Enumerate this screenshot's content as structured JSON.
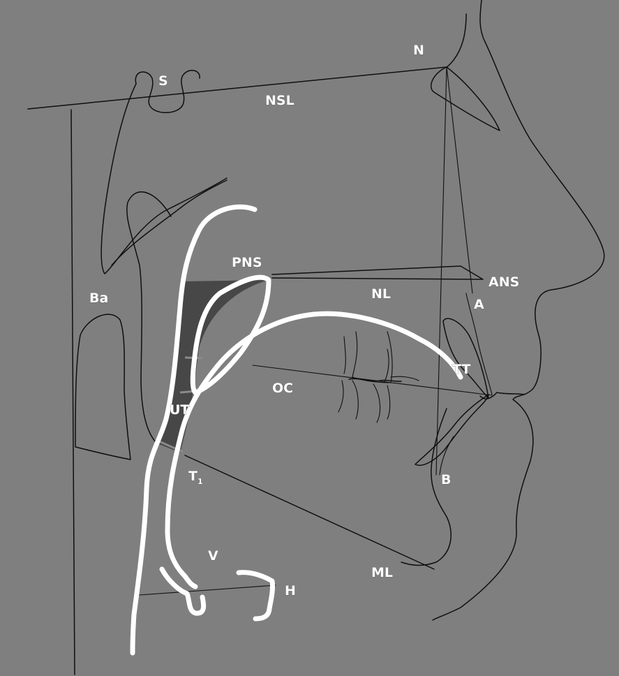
{
  "labels": {
    "N": "N",
    "S": "S",
    "NSL": "NSL",
    "PNS": "PNS",
    "ANS": "ANS",
    "Ba": "Ba",
    "NL": "NL",
    "A": "A",
    "TT": "TT",
    "OC": "OC",
    "UT": "UT",
    "T": "T",
    "T_sub": "1",
    "B": "B",
    "V": "V",
    "ML": "ML",
    "H": "H"
  },
  "colors": {
    "background": "#7f7f7f",
    "tracing": "#0f0f0f",
    "highlight": "#ffffff",
    "airway_fill": "#474747"
  }
}
